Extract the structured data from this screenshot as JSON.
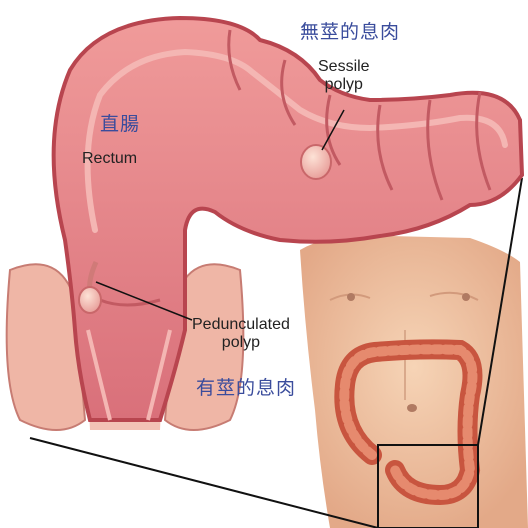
{
  "labels": {
    "sessile_zh": "無莖的息肉",
    "sessile_en_line1": "Sessile",
    "sessile_en_line2": "polyp",
    "rectum_zh": "直腸",
    "rectum_en": "Rectum",
    "pedunculated_en_line1": "Pedunculated",
    "pedunculated_en_line2": "polyp",
    "pedunculated_zh": "有莖的息肉"
  },
  "colors": {
    "colon_fill": "#e8878a",
    "colon_outline": "#b8454f",
    "colon_inner": "#f4b6b3",
    "skin": "#f1c8a5",
    "label_chinese": "#3a4c9c",
    "label_english": "#222222"
  }
}
